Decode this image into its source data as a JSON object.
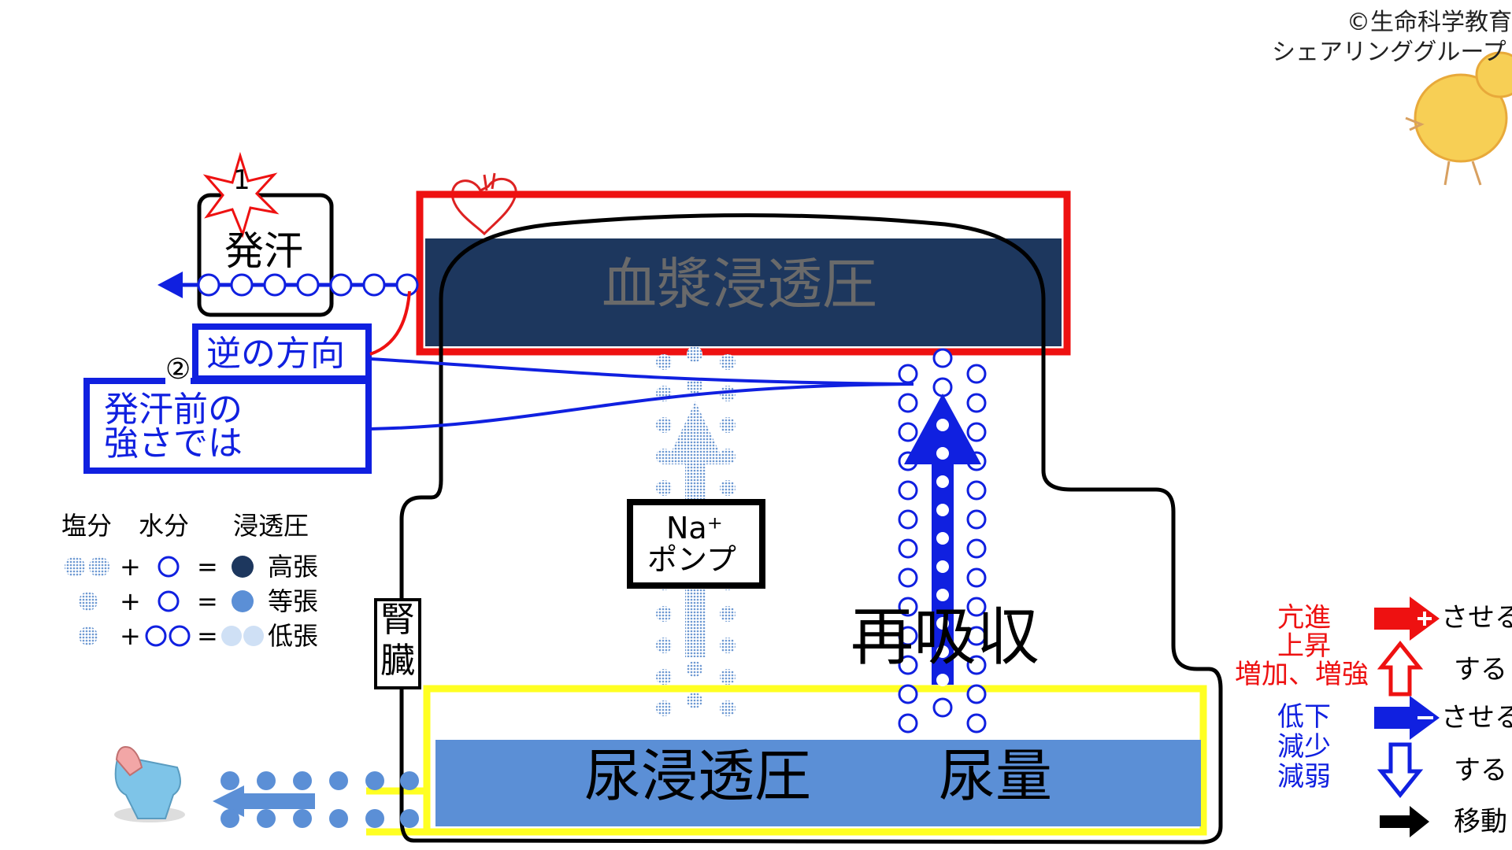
{
  "copyright": {
    "line1": "©生命科学教育",
    "line2": "シェアリンググループ"
  },
  "labels": {
    "sweat": "発汗",
    "reverse": "逆の方向",
    "before_sweat_1": "発汗前の",
    "before_sweat_2": "強さでは",
    "blood_osmotic": "血漿浸透圧",
    "na_pump_1": "Na⁺",
    "na_pump_2": "ポンプ",
    "reabsorption": "再吸収",
    "kidney_1": "腎",
    "kidney_2": "臓",
    "urine_osmotic": "尿浸透圧",
    "urine_volume": "尿量"
  },
  "markers": {
    "one": "1",
    "two": "②"
  },
  "key_osmotic": {
    "header_salt": "塩分",
    "header_water": "水分",
    "header_osmotic": "浸透圧",
    "rows": [
      {
        "plus": "+",
        "eq": "=",
        "label": "高張"
      },
      {
        "plus": "+",
        "eq": "=",
        "label": "等張"
      },
      {
        "plus": "+",
        "eq": "=",
        "label": "低張"
      }
    ]
  },
  "key_arrows": {
    "red_1": "亢進",
    "red_2": "上昇",
    "red_3": "増加、増強",
    "blue_1": "低下",
    "blue_2": "減少",
    "blue_3": "減弱",
    "saseru_1": "させる",
    "suru_1": "する",
    "saseru_2": "させる",
    "suru_2": "する",
    "move": "移動"
  },
  "colors": {
    "plasma": "#1d375e",
    "urine": "#5b8fd6",
    "red": "#ee1111",
    "blue": "#1020e0",
    "yellow": "#ffff22",
    "dotted_blue": "#7aa6db"
  },
  "icons": [
    "heart-icon",
    "toilet-icon",
    "chick-icon",
    "burst-icon"
  ]
}
